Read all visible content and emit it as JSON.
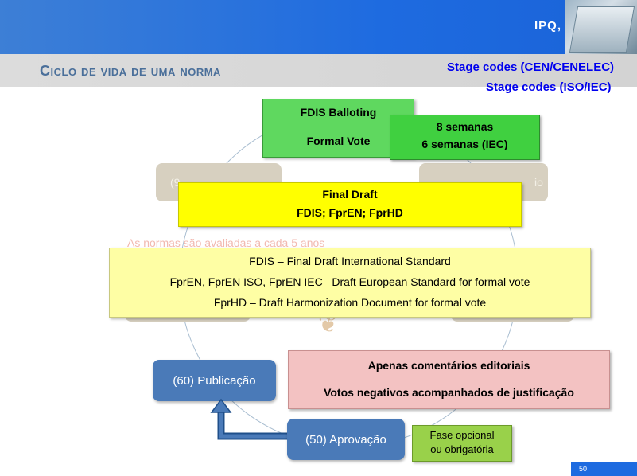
{
  "header": {
    "logo": "IPQ,",
    "title": "Ciclo de vida de uma norma",
    "links": [
      "Stage codes (CEN/CENELEC)",
      "Stage codes (ISO/IEC)"
    ]
  },
  "background_stages": {
    "ghost_top_left": "(9",
    "ghost_top_right": "io",
    "faded_text": "As normas são avaliadas a cada 5 anos"
  },
  "stages": {
    "publicacao": "(60) Publicação",
    "aprovacao": "(50) Aprovação"
  },
  "fdis_box": {
    "line1": "FDIS Balloting",
    "line2": "Formal Vote"
  },
  "weeks_box": {
    "line1": "8 semanas",
    "line2": "6 semanas (IEC)"
  },
  "final_draft_box": {
    "line1": "Final Draft",
    "line2": "FDIS; FprEN; FprHD"
  },
  "definitions": [
    "FDIS – Final Draft International Standard",
    "FprEN, FprEN ISO, FprEN IEC –Draft European Standard for formal vote",
    "FprHD – Draft Harmonization Document for formal vote"
  ],
  "comments_box": {
    "line1": "Apenas comentários editoriais",
    "line2": "Votos negativos acompanhados de justificação"
  },
  "optional_box": {
    "line1": "Fase opcional",
    "line2": "ou obrigatória"
  },
  "page_number": "50",
  "colors": {
    "header_blue": "#1e6be0",
    "stage_blue": "#4a7ab8",
    "title_blue": "#4a6f9a"
  }
}
